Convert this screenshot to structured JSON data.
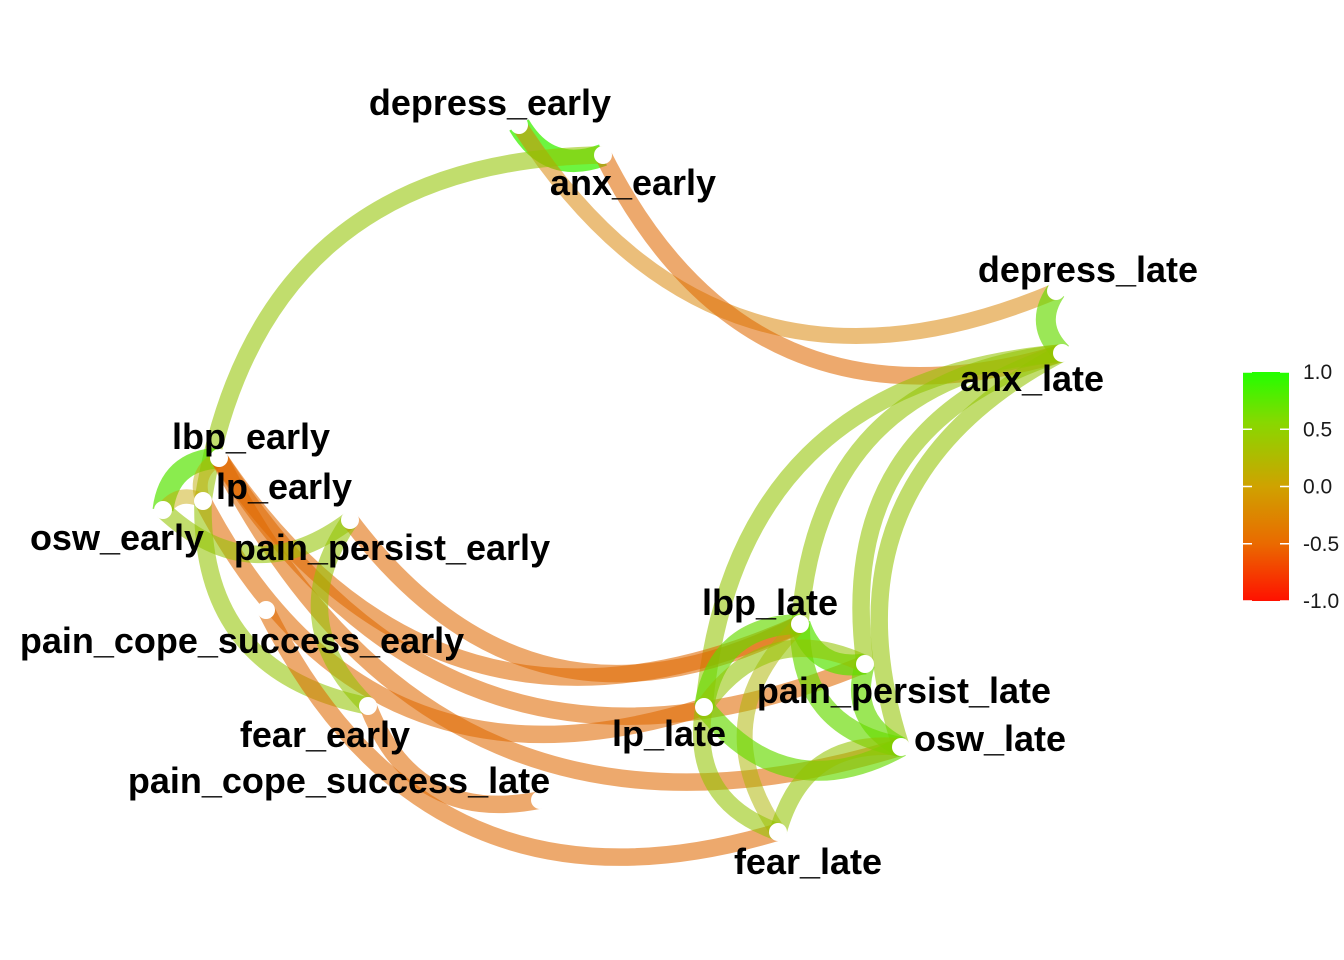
{
  "graph": {
    "nodes": [
      {
        "id": "depress_early"
      },
      {
        "id": "anx_early"
      },
      {
        "id": "depress_late"
      },
      {
        "id": "anx_late"
      },
      {
        "id": "lbp_early"
      },
      {
        "id": "lp_early"
      },
      {
        "id": "osw_early"
      },
      {
        "id": "pain_persist_early"
      },
      {
        "id": "pain_cope_success_early"
      },
      {
        "id": "fear_early"
      },
      {
        "id": "pain_cope_success_late"
      },
      {
        "id": "lbp_late"
      },
      {
        "id": "pain_persist_late"
      },
      {
        "id": "lp_late"
      },
      {
        "id": "osw_late"
      },
      {
        "id": "fear_late"
      }
    ],
    "edges": [
      {
        "from": "depress_early",
        "to": "anx_early",
        "weight": 0.85
      },
      {
        "from": "depress_early",
        "to": "depress_late",
        "weight": -0.2
      },
      {
        "from": "anx_early",
        "to": "anx_late",
        "weight": -0.35
      },
      {
        "from": "anx_early",
        "to": "lp_early",
        "weight": 0.35
      },
      {
        "from": "depress_late",
        "to": "anx_late",
        "weight": 0.6
      },
      {
        "from": "anx_late",
        "to": "lbp_late",
        "weight": 0.35
      },
      {
        "from": "anx_late",
        "to": "pain_persist_late",
        "weight": 0.35
      },
      {
        "from": "anx_late",
        "to": "osw_late",
        "weight": 0.35
      },
      {
        "from": "anx_late",
        "to": "lp_late",
        "weight": 0.35
      },
      {
        "from": "lbp_early",
        "to": "osw_early",
        "weight": 0.7
      },
      {
        "from": "lbp_early",
        "to": "lp_early",
        "weight": 0.1
      },
      {
        "from": "lp_early",
        "to": "osw_early",
        "weight": 0.05
      },
      {
        "from": "lbp_early",
        "to": "pain_persist_late",
        "weight": -0.35
      },
      {
        "from": "lbp_early",
        "to": "osw_late",
        "weight": -0.35
      },
      {
        "from": "lbp_early",
        "to": "lbp_late",
        "weight": -0.35
      },
      {
        "from": "lp_early",
        "to": "lp_late",
        "weight": -0.35
      },
      {
        "from": "lp_early",
        "to": "fear_early",
        "weight": 0.35
      },
      {
        "from": "osw_early",
        "to": "pain_persist_early",
        "weight": 0.35
      },
      {
        "from": "pain_persist_early",
        "to": "lbp_late",
        "weight": -0.35
      },
      {
        "from": "pain_persist_early",
        "to": "fear_early",
        "weight": 0.35
      },
      {
        "from": "pain_cope_success_early",
        "to": "fear_late",
        "weight": -0.35
      },
      {
        "from": "fear_early",
        "to": "pain_cope_success_late",
        "weight": -0.35
      },
      {
        "from": "lbp_late",
        "to": "pain_persist_late",
        "weight": 0.7
      },
      {
        "from": "lbp_late",
        "to": "lp_late",
        "weight": 0.6
      },
      {
        "from": "lbp_late",
        "to": "osw_late",
        "weight": 0.6
      },
      {
        "from": "lbp_late",
        "to": "fear_late",
        "weight": 0.2
      },
      {
        "from": "pain_persist_late",
        "to": "osw_late",
        "weight": 0.6
      },
      {
        "from": "lp_late",
        "to": "osw_late",
        "weight": 0.6
      },
      {
        "from": "pain_persist_late",
        "to": "lp_late",
        "weight": 0.35
      },
      {
        "from": "lp_late",
        "to": "fear_late",
        "weight": 0.35
      },
      {
        "from": "osw_late",
        "to": "fear_late",
        "weight": 0.35
      }
    ]
  },
  "legend": {
    "colors": {
      "low": "#ff0000",
      "mid": "#cfa200",
      "high": "#22ff00"
    },
    "range": [
      -1,
      1
    ],
    "ticks": [
      "1.0",
      "0.5",
      "0.0",
      "-0.5",
      "-1.0"
    ],
    "tick_values": [
      1.0,
      0.5,
      0.0,
      -0.5,
      -1.0
    ]
  }
}
